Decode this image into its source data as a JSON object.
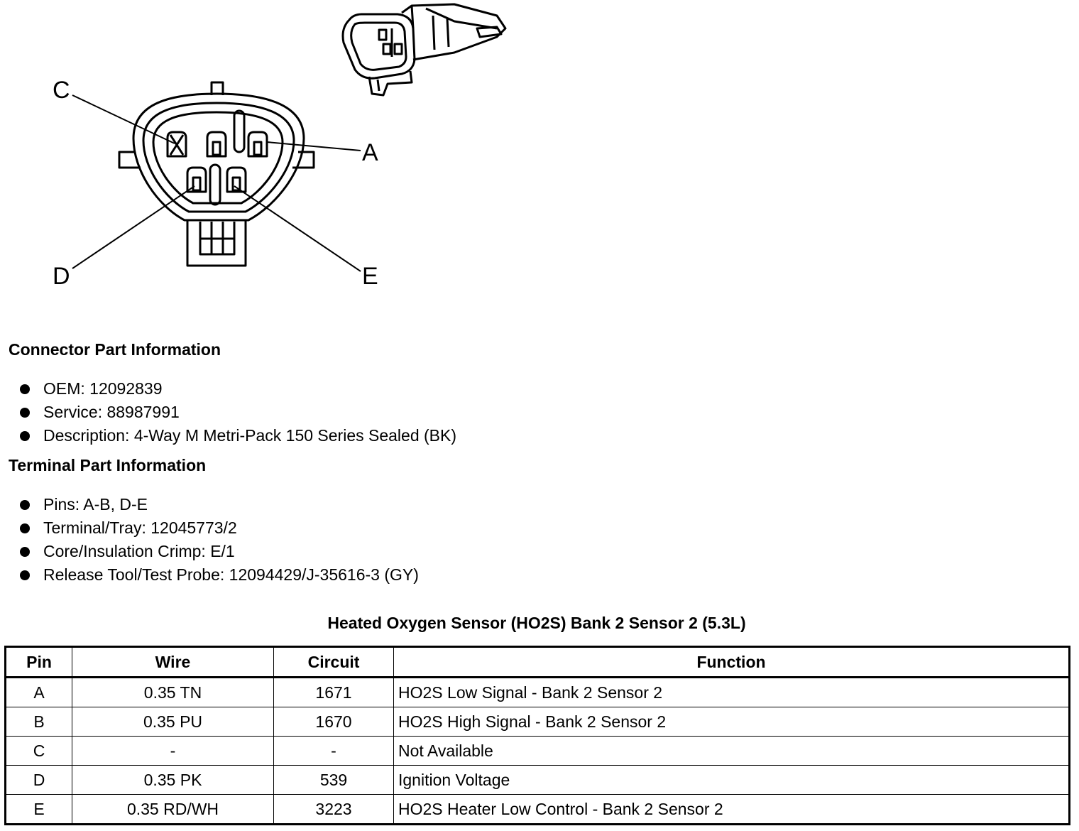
{
  "diagram": {
    "pin_labels": [
      "A",
      "C",
      "D",
      "E"
    ]
  },
  "connector_section": {
    "heading": "Connector Part Information",
    "items": [
      "OEM: 12092839",
      "Service: 88987991",
      "Description: 4-Way M Metri-Pack 150 Series Sealed (BK)"
    ]
  },
  "terminal_section": {
    "heading": "Terminal Part Information",
    "items": [
      "Pins: A-B, D-E",
      "Terminal/Tray: 12045773/2",
      "Core/Insulation Crimp: E/1",
      "Release Tool/Test Probe: 12094429/J-35616-3 (GY)"
    ]
  },
  "table": {
    "title": "Heated Oxygen Sensor (HO2S) Bank 2 Sensor 2 (5.3L)",
    "headers": [
      "Pin",
      "Wire",
      "Circuit",
      "Function"
    ],
    "rows": [
      [
        "A",
        "0.35 TN",
        "1671",
        "HO2S Low Signal - Bank 2 Sensor 2"
      ],
      [
        "B",
        "0.35 PU",
        "1670",
        "HO2S High Signal - Bank 2 Sensor 2"
      ],
      [
        "C",
        "-",
        "-",
        "Not Available"
      ],
      [
        "D",
        "0.35 PK",
        "539",
        "Ignition Voltage"
      ],
      [
        "E",
        "0.35 RD/WH",
        "3223",
        "HO2S Heater Low Control - Bank 2 Sensor 2"
      ]
    ]
  }
}
